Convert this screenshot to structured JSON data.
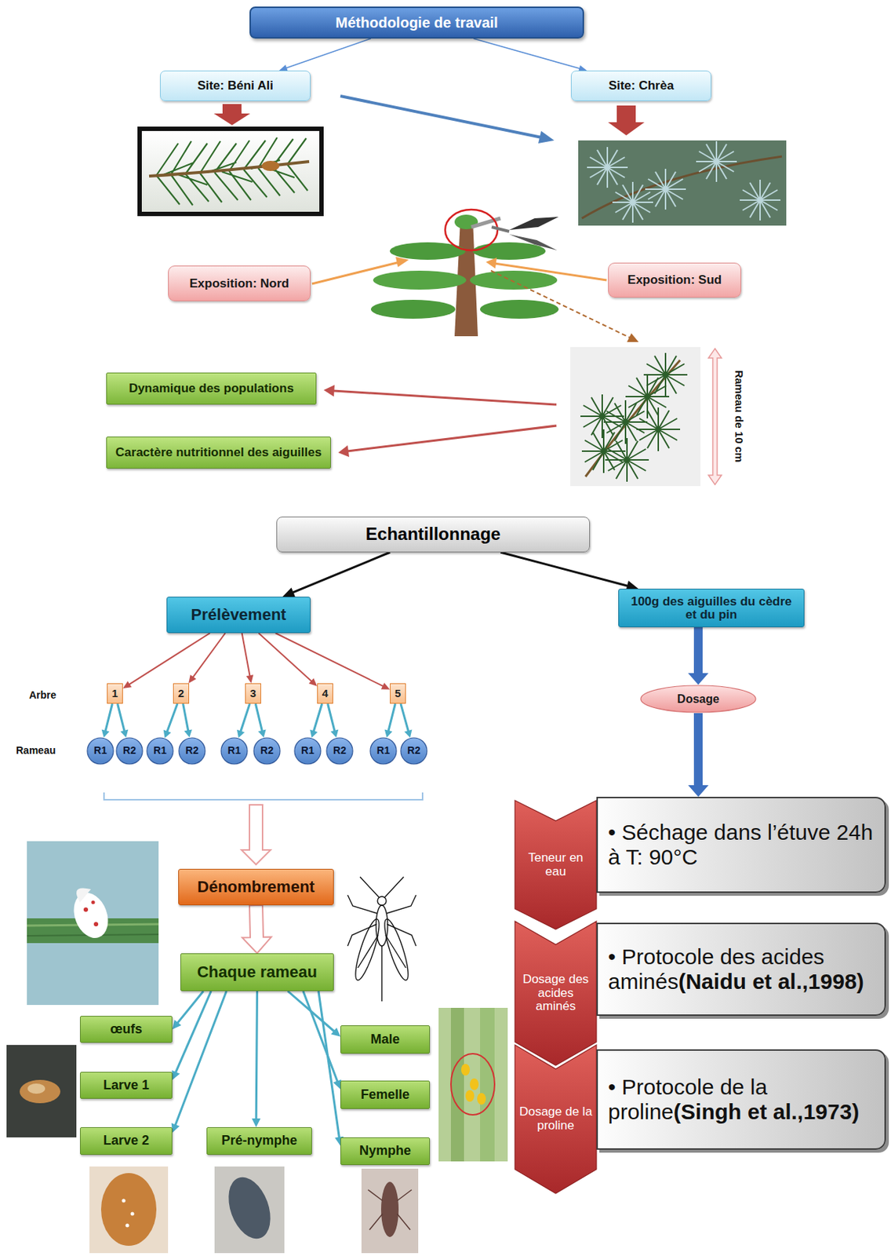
{
  "diagram": {
    "nodes": [
      {
        "text": [
          "Méthodologie de travail"
        ]
      },
      {
        "text": [
          "Site: Béni Ali"
        ]
      },
      {
        "text": [
          "Site: Chrèa"
        ]
      },
      {
        "text": [
          "Exposition: Nord"
        ]
      },
      {
        "text": [
          "Exposition: Sud"
        ]
      },
      {
        "text": [
          "Dynamique des populations"
        ]
      },
      {
        "text": [
          "Caractère nutritionnel des aiguilles"
        ]
      },
      {
        "text": [
          "Echantillonnage"
        ]
      },
      {
        "text": [
          "Prélèvement"
        ]
      },
      {
        "text": [
          "100g des aiguilles du cèdre et du pin"
        ]
      },
      {
        "text": [
          "Dosage"
        ]
      },
      {
        "text": [
          "1"
        ]
      },
      {
        "text": [
          "2"
        ]
      },
      {
        "text": [
          "3"
        ]
      },
      {
        "text": [
          "4"
        ]
      },
      {
        "text": [
          "5"
        ]
      },
      {
        "text": [
          "R1"
        ]
      },
      {
        "text": [
          "R2"
        ]
      },
      {
        "text": [
          "R1"
        ]
      },
      {
        "text": [
          "R2"
        ]
      },
      {
        "text": [
          "R1"
        ]
      },
      {
        "text": [
          "R2"
        ]
      },
      {
        "text": [
          "R1"
        ]
      },
      {
        "text": [
          "R2"
        ]
      },
      {
        "text": [
          "R1"
        ]
      },
      {
        "text": [
          "R2"
        ]
      },
      {
        "text": [
          "Dénombrement"
        ]
      },
      {
        "text": [
          "Chaque rameau"
        ]
      },
      {
        "text": [
          "œufs"
        ]
      },
      {
        "text": [
          "Larve 1"
        ]
      },
      {
        "text": [
          "Larve 2"
        ]
      },
      {
        "text": [
          "Pré-nymphe"
        ]
      },
      {
        "text": [
          "Male"
        ]
      },
      {
        "text": [
          "Femelle"
        ]
      },
      {
        "text": [
          "Nymphe"
        ]
      },
      {
        "text": [
          "Teneur en eau"
        ]
      },
      {
        "text": [
          "• Séchage dans l’étuve 24h à T: 90°C"
        ]
      },
      {
        "text": [
          "Dosage des acides aminés"
        ]
      },
      {
        "text": [
          "• Protocole des acides aminés",
          "(Naidu et al.,1998)"
        ]
      },
      {
        "text": [
          "Dosage de la proline"
        ]
      },
      {
        "text": [
          "• Protocole de la proline",
          "(Singh et al.,1973)"
        ]
      }
    ],
    "edges": [
      {
        "from": 0,
        "to": 1,
        "arrow": "to"
      },
      {
        "from": 0,
        "to": 2,
        "arrow": "to"
      },
      {
        "from": 7,
        "to": 8,
        "arrow": "to"
      },
      {
        "from": 7,
        "to": 9,
        "arrow": "to"
      },
      {
        "from": 9,
        "to": 10,
        "arrow": "to"
      },
      {
        "from": 10,
        "to": 36,
        "arrow": "to"
      },
      {
        "from": 8,
        "to": 11,
        "arrow": "to"
      },
      {
        "from": 8,
        "to": 12,
        "arrow": "to"
      },
      {
        "from": 8,
        "to": 13,
        "arrow": "to"
      },
      {
        "from": 8,
        "to": 14,
        "arrow": "to"
      },
      {
        "from": 8,
        "to": 15,
        "arrow": "to"
      },
      {
        "from": 11,
        "to": 16,
        "arrow": "to"
      },
      {
        "from": 11,
        "to": 17,
        "arrow": "to"
      },
      {
        "from": 12,
        "to": 18,
        "arrow": "to"
      },
      {
        "from": 12,
        "to": 19,
        "arrow": "to"
      },
      {
        "from": 13,
        "to": 20,
        "arrow": "to"
      },
      {
        "from": 13,
        "to": 21,
        "arrow": "to"
      },
      {
        "from": 14,
        "to": 22,
        "arrow": "to"
      },
      {
        "from": 14,
        "to": 23,
        "arrow": "to"
      },
      {
        "from": 15,
        "to": 24,
        "arrow": "to"
      },
      {
        "from": 15,
        "to": 25,
        "arrow": "to"
      },
      {
        "from": 26,
        "to": 27,
        "arrow": "to"
      },
      {
        "from": 27,
        "to": 28,
        "arrow": "to"
      },
      {
        "from": 27,
        "to": 29,
        "arrow": "to"
      },
      {
        "from": 27,
        "to": 30,
        "arrow": "to"
      },
      {
        "from": 27,
        "to": 31,
        "arrow": "to"
      },
      {
        "from": 27,
        "to": 32,
        "arrow": "to"
      },
      {
        "from": 27,
        "to": 33,
        "arrow": "to"
      },
      {
        "from": 27,
        "to": 34,
        "arrow": "to"
      }
    ],
    "labels": [
      "Arbre",
      "Rameau",
      "Rameau de 10 cm"
    ]
  }
}
